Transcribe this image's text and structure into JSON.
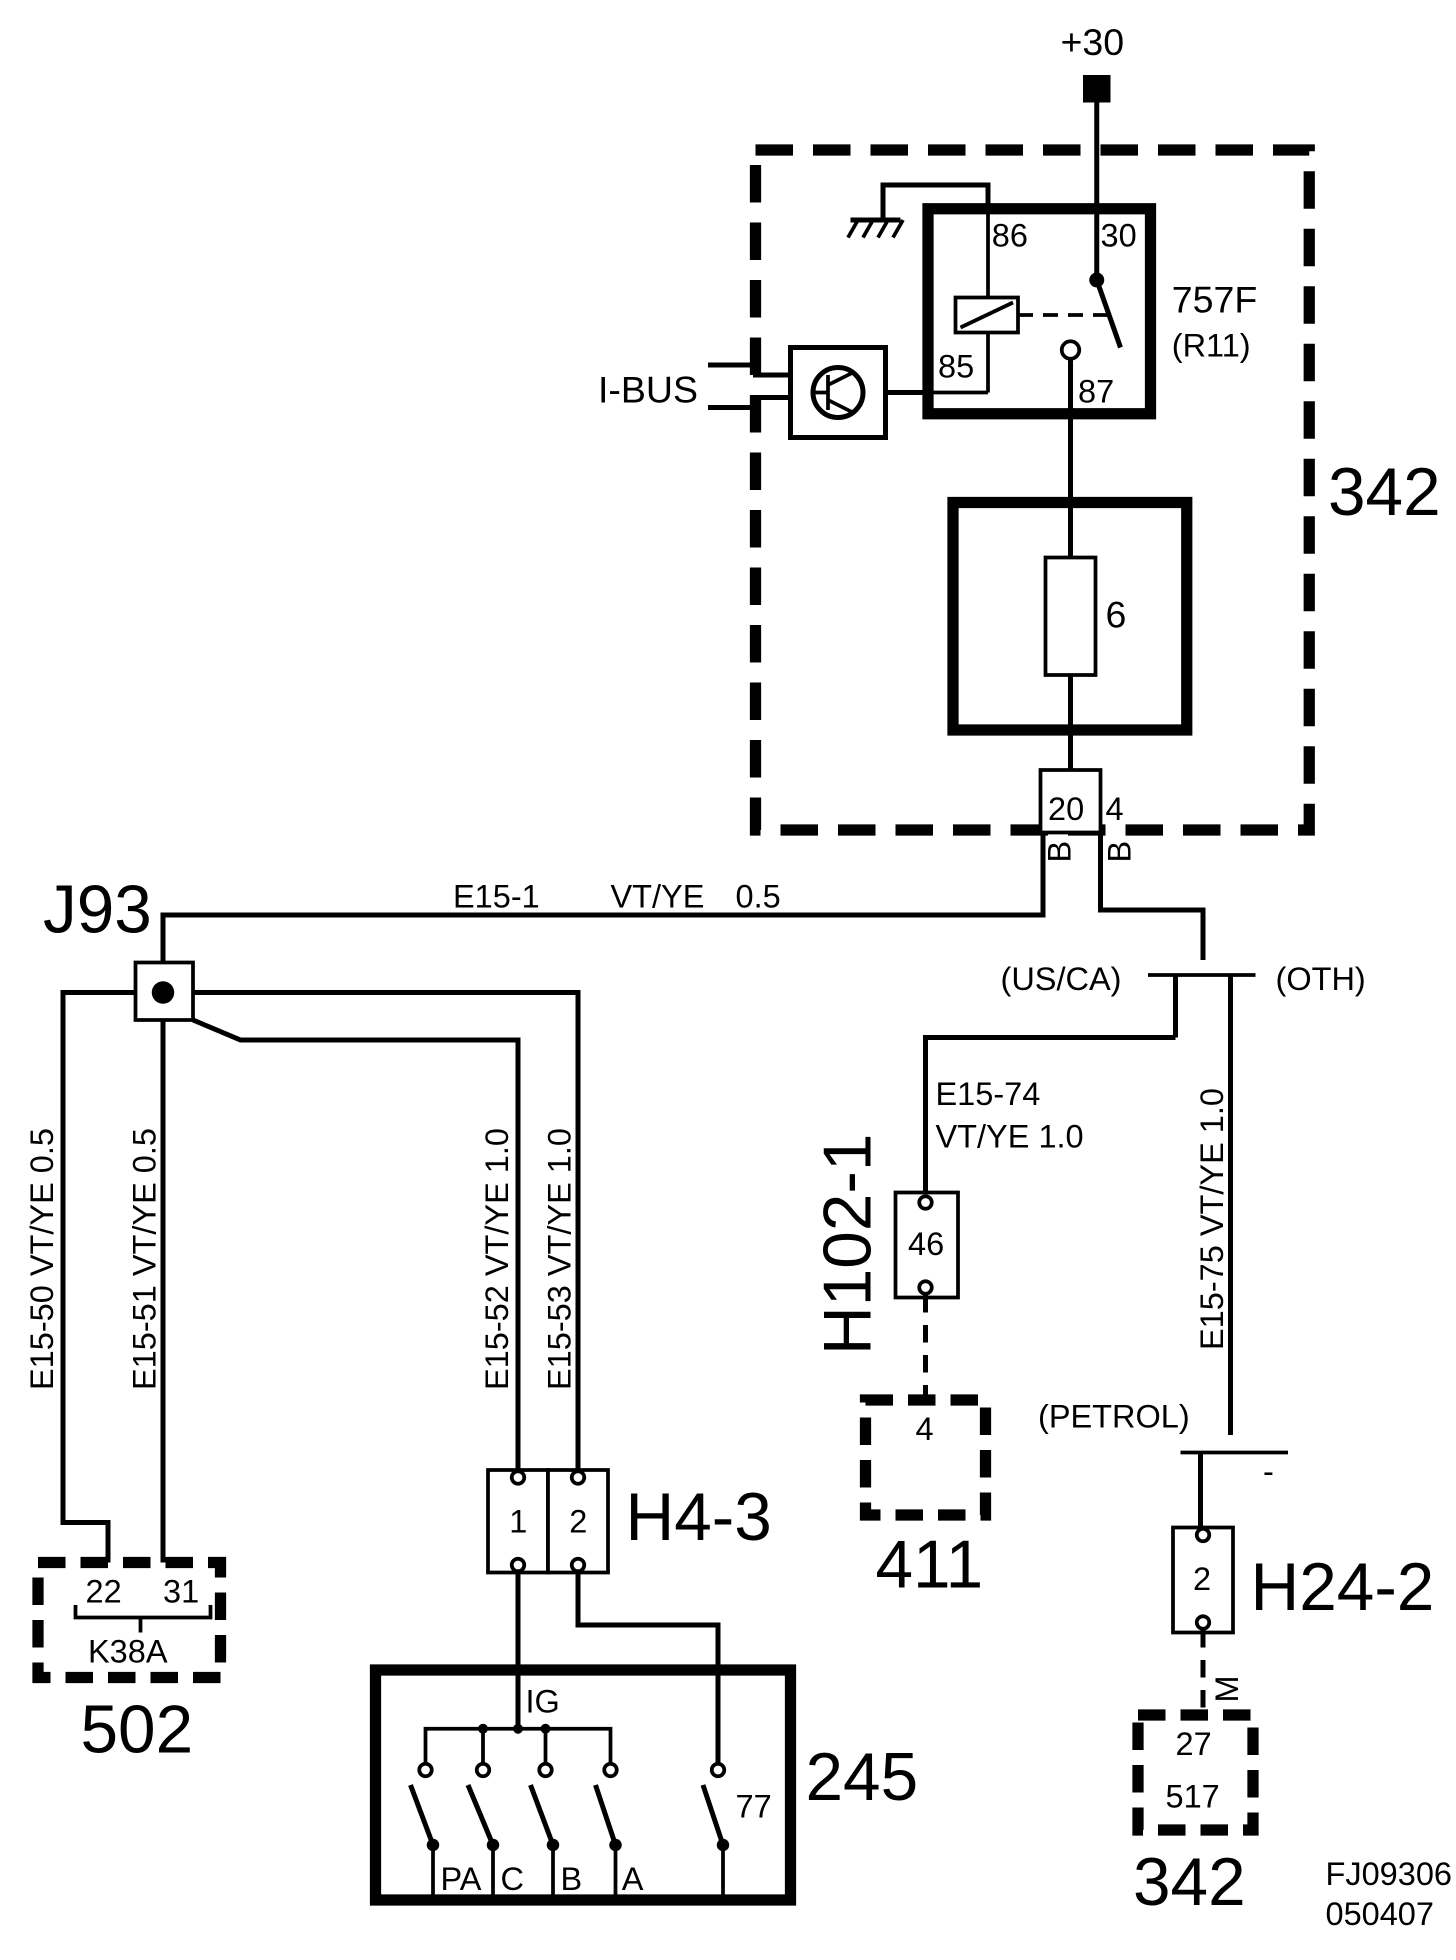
{
  "supply": {
    "label": "+30"
  },
  "relay": {
    "pin86": "86",
    "pin30": "30",
    "pin85": "85",
    "pin87": "87",
    "name": "757F",
    "ref": "(R11)"
  },
  "ibus": {
    "label": "I-BUS"
  },
  "fuse": {
    "label": "6"
  },
  "module_342_top": {
    "label": "342",
    "pin20": "20",
    "pin4": "4",
    "conn_letter_20": "B",
    "conn_letter_4": "B"
  },
  "splice": {
    "label": "J93"
  },
  "wires": {
    "e15_1": {
      "id": "E15-1",
      "color": "VT/YE",
      "size": "0.5"
    },
    "e15_50": "E15-50  VT/YE  0.5",
    "e15_51": "E15-51  VT/YE  0.5",
    "e15_52": "E15-52  VT/YE  1.0",
    "e15_53": "E15-53  VT/YE  1.0",
    "e15_74": {
      "id": "E15-74",
      "spec": "VT/YE    1.0"
    },
    "e15_75": "E15-75  VT/YE  1.0"
  },
  "variants": {
    "us_ca": "(US/CA)",
    "oth": "(OTH)",
    "petrol": "(PETROL)"
  },
  "comp_502": {
    "pin22": "22",
    "pin31": "31",
    "name": "K38A",
    "label": "502"
  },
  "conn_h4_3": {
    "label": "H4-3",
    "pin1": "1",
    "pin2": "2"
  },
  "comp_245": {
    "label": "245",
    "ig": "IG",
    "pa": "PA",
    "c": "C",
    "b": "B",
    "a": "A",
    "pin77": "77"
  },
  "conn_h102_1": {
    "label": "H102-1",
    "pin46": "46"
  },
  "comp_411": {
    "pin": "4",
    "label": "411"
  },
  "conn_h24_2": {
    "label": "H24-2",
    "pin2": "2",
    "letter_m": "M",
    "dash_mark": "-"
  },
  "comp_517": {
    "pin27": "27",
    "name": "517",
    "label": "342"
  },
  "doc": {
    "code": "FJ09306",
    "date": "050407"
  }
}
